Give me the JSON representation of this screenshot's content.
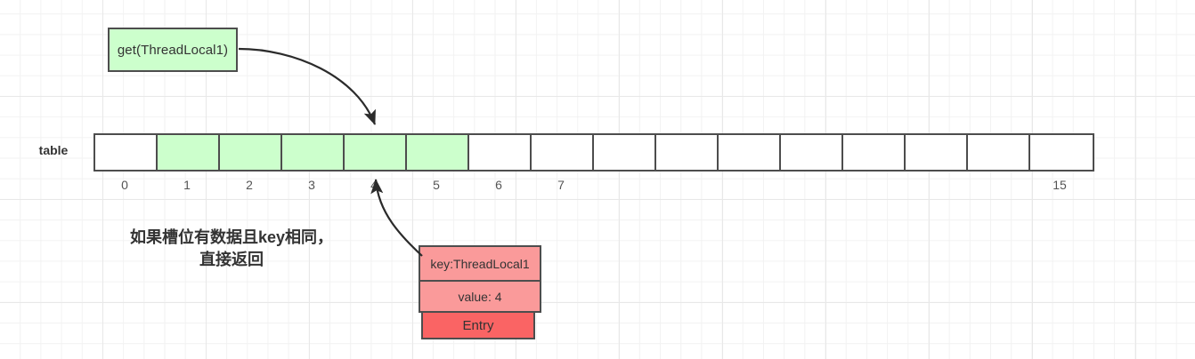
{
  "diagram": {
    "call_box": {
      "label": "get(ThreadLocal1)"
    },
    "table": {
      "label": "table",
      "slot_count": 16,
      "filled_slots": [
        1,
        2,
        3,
        4,
        5
      ],
      "index_labels": [
        {
          "index": 0,
          "text": "0"
        },
        {
          "index": 1,
          "text": "1"
        },
        {
          "index": 2,
          "text": "2"
        },
        {
          "index": 3,
          "text": "3"
        },
        {
          "index": 4,
          "text": "4"
        },
        {
          "index": 5,
          "text": "5"
        },
        {
          "index": 6,
          "text": "6"
        },
        {
          "index": 7,
          "text": "7"
        },
        {
          "index": 15,
          "text": "15"
        }
      ]
    },
    "note": {
      "line1": "如果槽位有数据且key相同，",
      "line2": "直接返回"
    },
    "entry": {
      "key_label": "key:ThreadLocal1",
      "value_label": "value: 4",
      "footer_label": "Entry"
    },
    "colors": {
      "green_fill": "#ccffcc",
      "red_fill_light": "#fa9a9a",
      "red_fill_dark": "#fa6464",
      "stroke": "#4d4d4d",
      "text": "#333333",
      "grid": "#e8e8e8"
    }
  }
}
